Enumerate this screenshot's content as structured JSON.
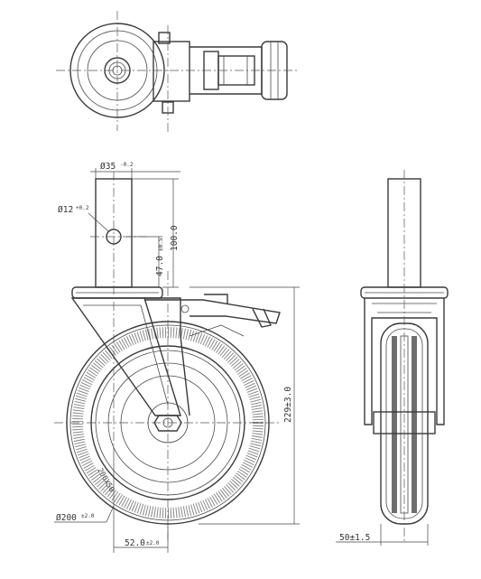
{
  "dimensions": {
    "stem_diameter": "Ø35",
    "stem_diameter_tol": "-0.2",
    "hole_diameter": "Ø12",
    "hole_diameter_tol": "+0.2",
    "stem_length": "100.0",
    "hole_height": "47.0",
    "hole_height_tol": "±0.5",
    "overall_height": "229±3.0",
    "wheel_diameter": "Ø200",
    "wheel_diameter_tol": "±2.0",
    "offset": "52.0",
    "offset_tol": "±2.0",
    "wheel_width": "50±1.5"
  },
  "wheel_marking": "200X50"
}
